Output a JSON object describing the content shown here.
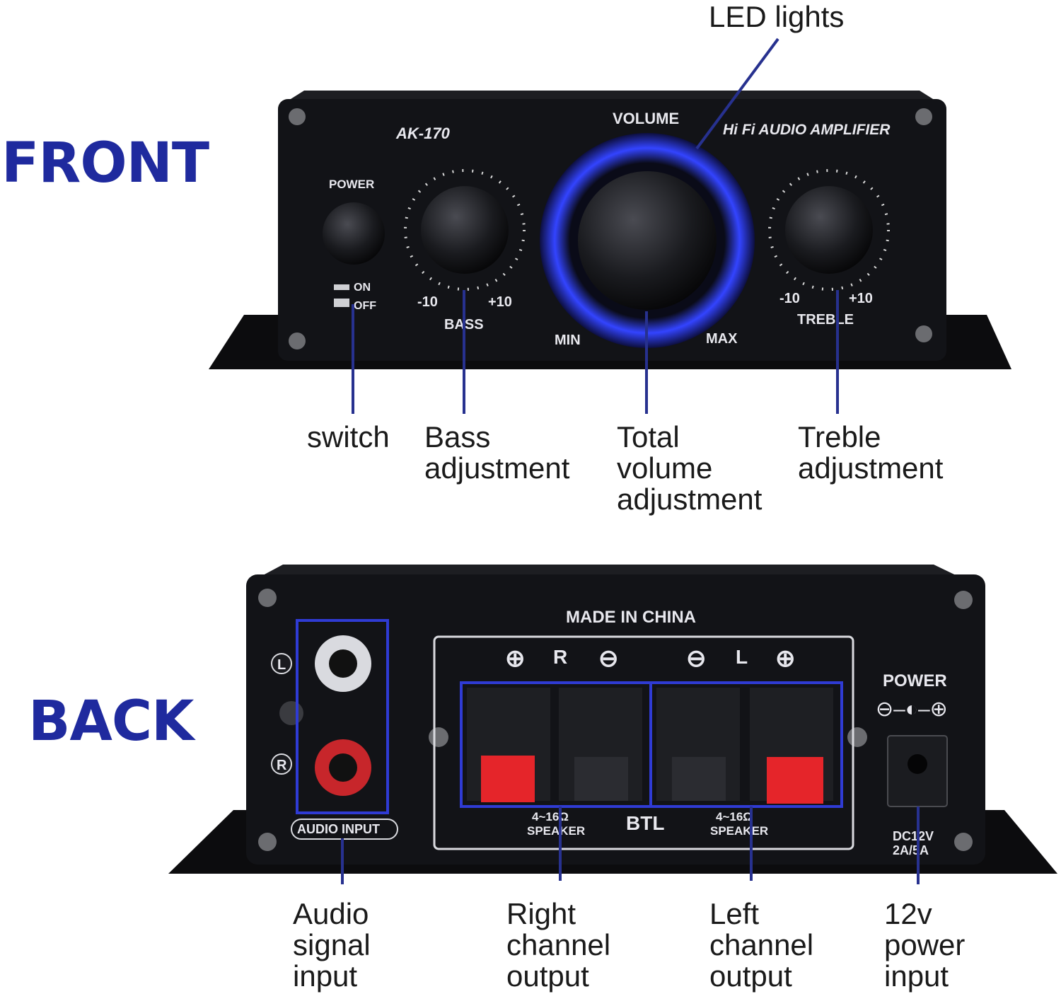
{
  "sections": {
    "front_title": "FRONT",
    "back_title": "BACK"
  },
  "front_panel": {
    "model": "AK-170",
    "volume_label": "VOLUME",
    "brand_label": "Hi Fi AUDIO AMPLIFIER",
    "power_label": "POWER",
    "on_label": "ON",
    "off_label": "OFF",
    "bass_min": "-10",
    "bass_max": "+10",
    "bass_label": "BASS",
    "volume_min": "MIN",
    "volume_max": "MAX",
    "treble_min": "-10",
    "treble_max": "+10",
    "treble_label": "TREBLE"
  },
  "back_panel": {
    "made_in": "MADE IN CHINA",
    "r_label": "R",
    "l_label": "L",
    "jack_l": "L",
    "jack_r": "R",
    "audio_input": "AUDIO INPUT",
    "speaker_r": "4~16Ω",
    "speaker_r_sub": "SPEAKER",
    "btl": "BTL",
    "speaker_l": "4~16Ω",
    "speaker_l_sub": "SPEAKER",
    "power_label": "POWER",
    "dc_line1": "DC12V",
    "dc_line2": "2A/5A"
  },
  "callouts": {
    "led": "LED lights",
    "switch": "switch",
    "bass": "Bass\nadjustment",
    "volume": "Total\nvolume\nadjustment",
    "treble": "Treble\nadjustment",
    "audio_in": "Audio\nsignal\ninput",
    "right_out": "Right\nchannel\noutput",
    "left_out": "Left\nchannel\noutput",
    "power_in": "12v\npower\ninput"
  },
  "colors": {
    "accent_blue": "#1f2a9e",
    "leader_blue": "#27318f",
    "panel": "#111215",
    "led_blue": "#3a4dff",
    "terminal_red": "#e5252a"
  }
}
